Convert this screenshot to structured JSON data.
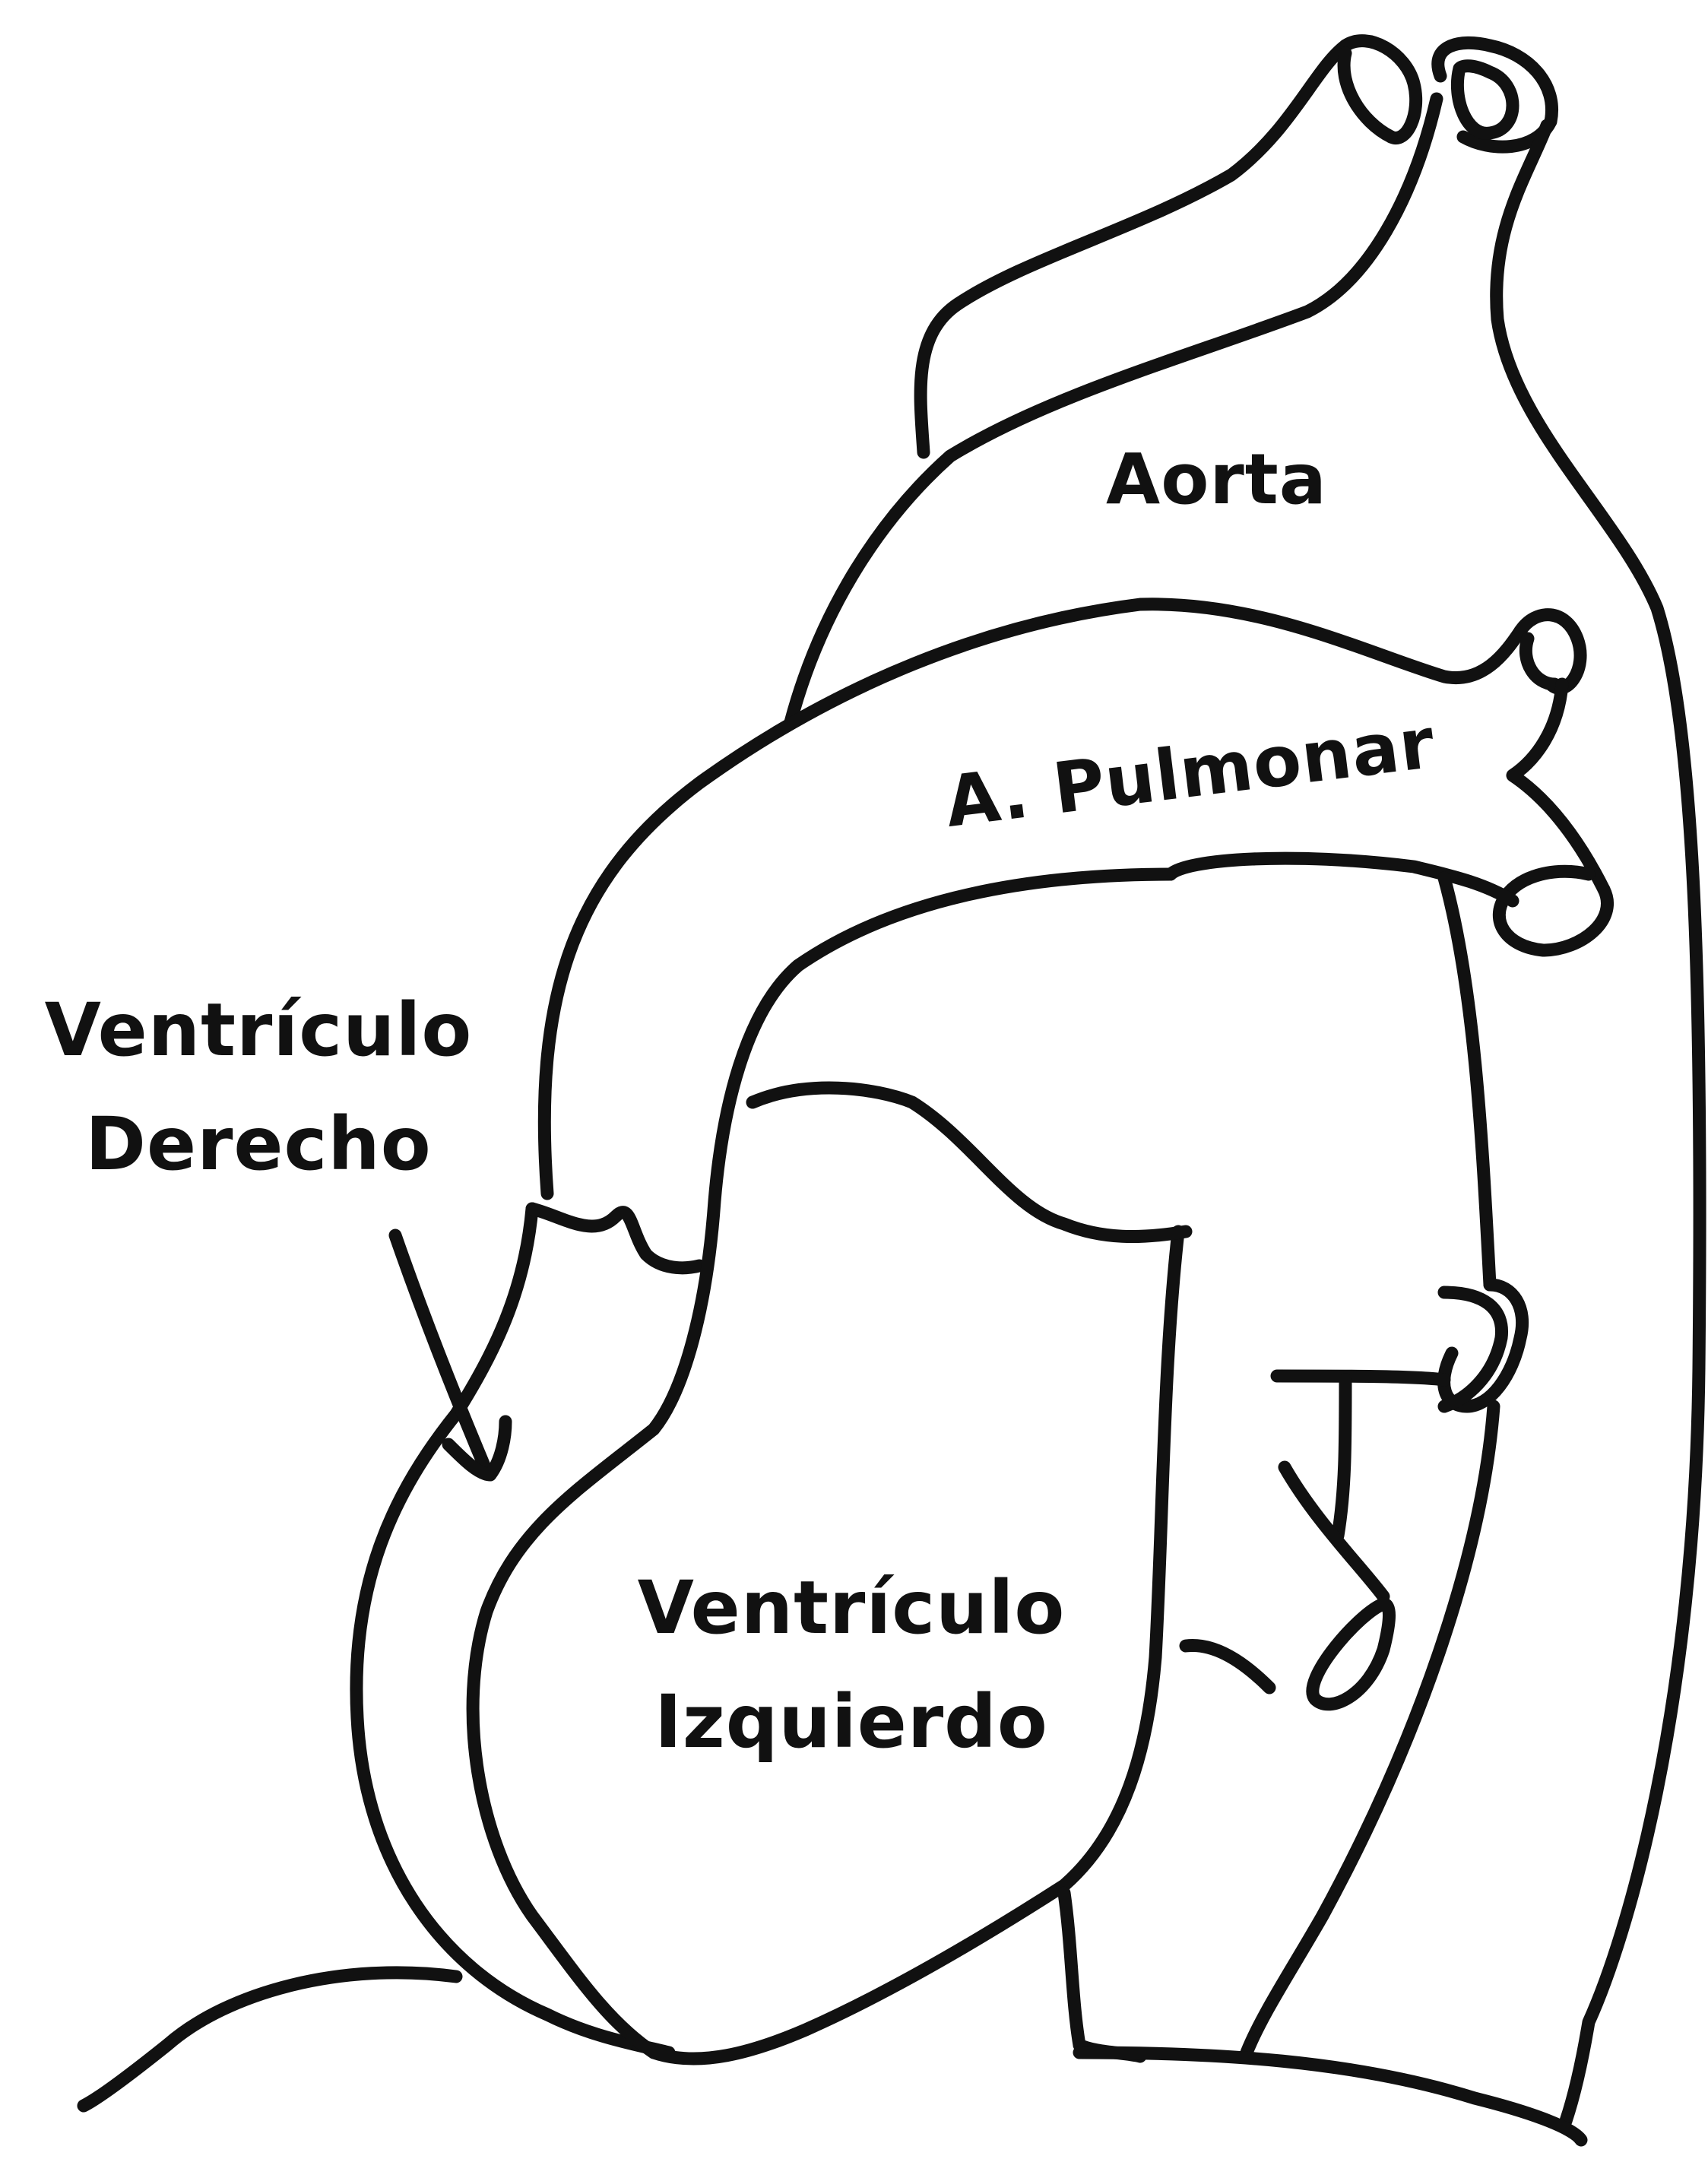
{
  "diagram": {
    "labels": {
      "aorta": "Aorta",
      "pulmonary_artery": "A. Pulmonar",
      "right_ventricle": {
        "line1": "Ventrículo",
        "line2": "Derecho"
      },
      "left_ventricle": {
        "line1": "Ventrículo",
        "line2": "Izquierdo"
      }
    },
    "colors": {
      "ink": "#111111",
      "background": "#ffffff"
    }
  }
}
